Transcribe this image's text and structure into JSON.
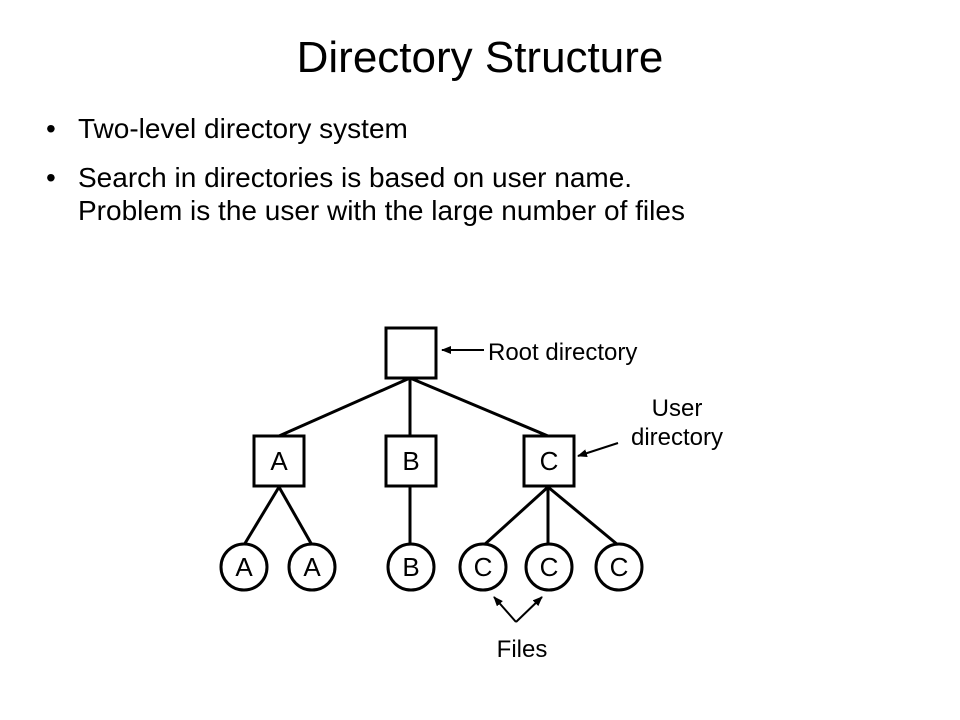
{
  "slide": {
    "title": "Directory Structure",
    "bullets": [
      {
        "symbol": "•",
        "lines": [
          "Two-level directory system"
        ]
      },
      {
        "symbol": "•",
        "lines": [
          "Search in directories is based on user name.",
          "Problem is the user with the large number of files"
        ]
      }
    ]
  },
  "diagram": {
    "root_label": "Root directory",
    "user_directory_label": [
      "User",
      "directory"
    ],
    "files_label": "Files",
    "user_directories": [
      "A",
      "B",
      "C"
    ],
    "files": [
      "A",
      "A",
      "B",
      "C",
      "C",
      "C"
    ]
  }
}
